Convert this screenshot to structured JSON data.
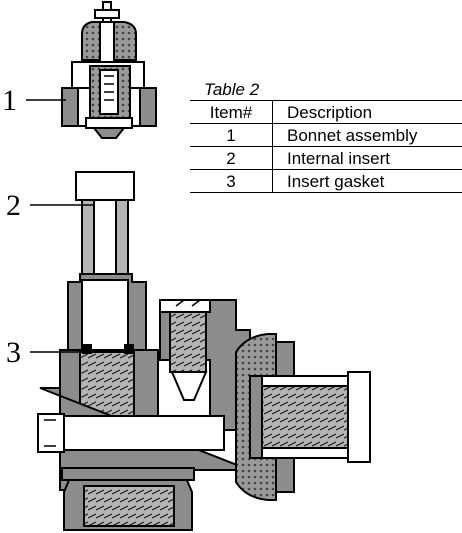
{
  "callouts": [
    {
      "label": "1"
    },
    {
      "label": "2"
    },
    {
      "label": "3"
    }
  ],
  "table": {
    "caption": "Table 2",
    "headers": {
      "item": "Item#",
      "description": "Description"
    },
    "rows": [
      {
        "item": "1",
        "description": "Bonnet assembly"
      },
      {
        "item": "2",
        "description": "Internal insert"
      },
      {
        "item": "3",
        "description": "Insert gasket"
      }
    ]
  },
  "colors": {
    "body_fill": "#8c8c8c",
    "outline": "#000000",
    "light_fill": "#ffffff",
    "thread_fill": "#b4b4b4"
  }
}
